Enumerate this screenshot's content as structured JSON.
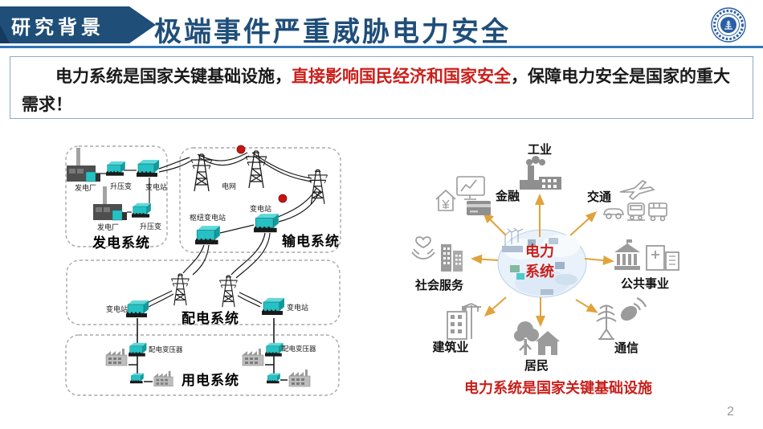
{
  "header": {
    "tab": "研究背景",
    "title": "极端事件严重威胁电力安全"
  },
  "statement": {
    "part1": "电力系统是国家关键基础设施，",
    "highlight": "直接影响国民经济和国家安全",
    "part2": "，保障电力安全是国家的重大需求！"
  },
  "chain": {
    "generation": {
      "system": "发电系统",
      "plant1": "发电厂",
      "stepup1": "升压变",
      "substation": "变电站",
      "plant2": "发电厂",
      "stepup2": "升压变"
    },
    "transmission": {
      "system": "输电系统",
      "grid": "电网",
      "hub": "枢纽变电站",
      "substation": "变电站"
    },
    "distribution": {
      "system": "配电系统",
      "substation_left": "变电站",
      "substation_right": "变电站"
    },
    "consumption": {
      "system": "用电系统",
      "transformer_left": "配电变压器",
      "transformer_right": "配电变压器"
    }
  },
  "radial": {
    "center": {
      "line1": "电力",
      "line2": "系统"
    },
    "sectors": {
      "industry": "工业",
      "finance": "金融",
      "transport": "交通",
      "utilities": "公共事业",
      "social_service": "社会服务",
      "construction": "建筑业",
      "residents": "居民",
      "communication": "通信"
    },
    "caption": "电力系统是国家关键基础设施"
  },
  "footer": {
    "page_number": "2"
  },
  "colors": {
    "primary_blue": "#1f4e79",
    "accent_blue": "#2e75b6",
    "highlight_red": "#c9201c",
    "arrow_orange": "#e2a23b",
    "transformer_teal": "#27c1c3",
    "icon_gray": "#9b9b9b"
  }
}
